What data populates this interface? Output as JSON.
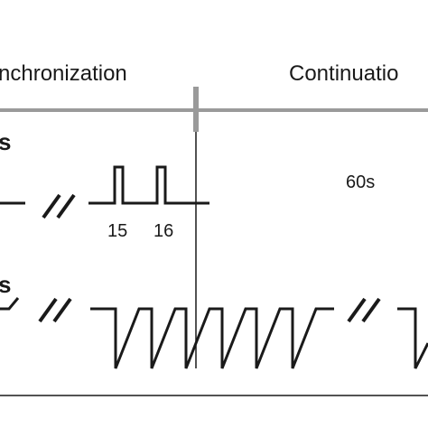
{
  "phases": {
    "synchronization": "nchronization",
    "continuation": "Continuatio"
  },
  "row_labels": {
    "top": "s",
    "bottom": "s"
  },
  "pulse_labels": [
    "15",
    "16"
  ],
  "duration_label": "60s",
  "colors": {
    "ink": "#1a1a1a",
    "phase_bar": "#9a9a9a",
    "background": "#ffffff"
  }
}
